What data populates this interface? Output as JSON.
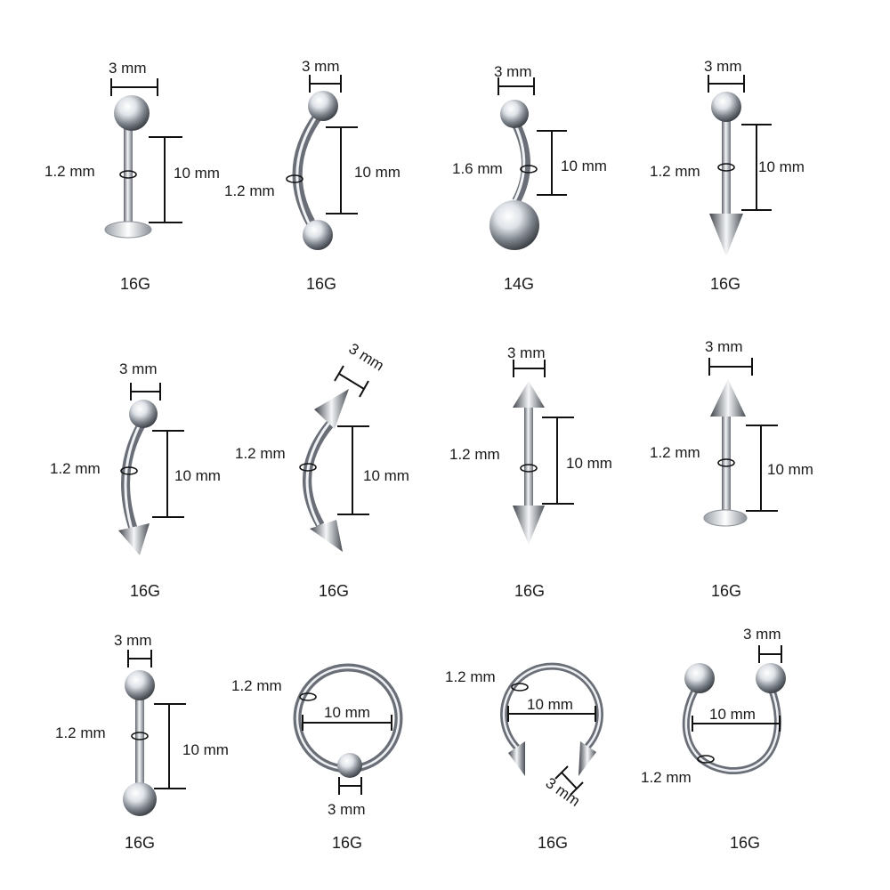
{
  "items": [
    {
      "gauge": "16G",
      "top_size": "3 mm",
      "thickness": "1.2 mm",
      "length": "10 mm"
    },
    {
      "gauge": "16G",
      "top_size": "3 mm",
      "thickness": "1.2 mm",
      "length": "10 mm"
    },
    {
      "gauge": "14G",
      "top_size": "3 mm",
      "thickness": "1.6 mm",
      "length": "10 mm"
    },
    {
      "gauge": "16G",
      "top_size": "3 mm",
      "thickness": "1.2 mm",
      "length": "10 mm"
    },
    {
      "gauge": "16G",
      "top_size": "3 mm",
      "thickness": "1.2 mm",
      "length": "10 mm"
    },
    {
      "gauge": "16G",
      "top_size": "3 mm",
      "thickness": "1.2 mm",
      "length": "10 mm"
    },
    {
      "gauge": "16G",
      "top_size": "3 mm",
      "thickness": "1.2 mm",
      "length": "10 mm"
    },
    {
      "gauge": "16G",
      "top_size": "3 mm",
      "thickness": "1.2 mm",
      "length": "10 mm"
    },
    {
      "gauge": "16G",
      "top_size": "3 mm",
      "thickness": "1.2 mm",
      "length": "10 mm"
    },
    {
      "gauge": "16G",
      "top_size": "3 mm",
      "thickness": "1.2 mm",
      "length": "10 mm"
    },
    {
      "gauge": "16G",
      "top_size": "3 mm",
      "thickness": "1.2 mm",
      "length": "10 mm"
    },
    {
      "gauge": "16G",
      "top_size": "3 mm",
      "thickness": "1.2 mm",
      "length": "10 mm"
    }
  ],
  "colors": {
    "metal_light": "#f4f6f8",
    "metal_mid": "#b9bec5",
    "metal_dark": "#5b6068",
    "line": "#111111"
  }
}
